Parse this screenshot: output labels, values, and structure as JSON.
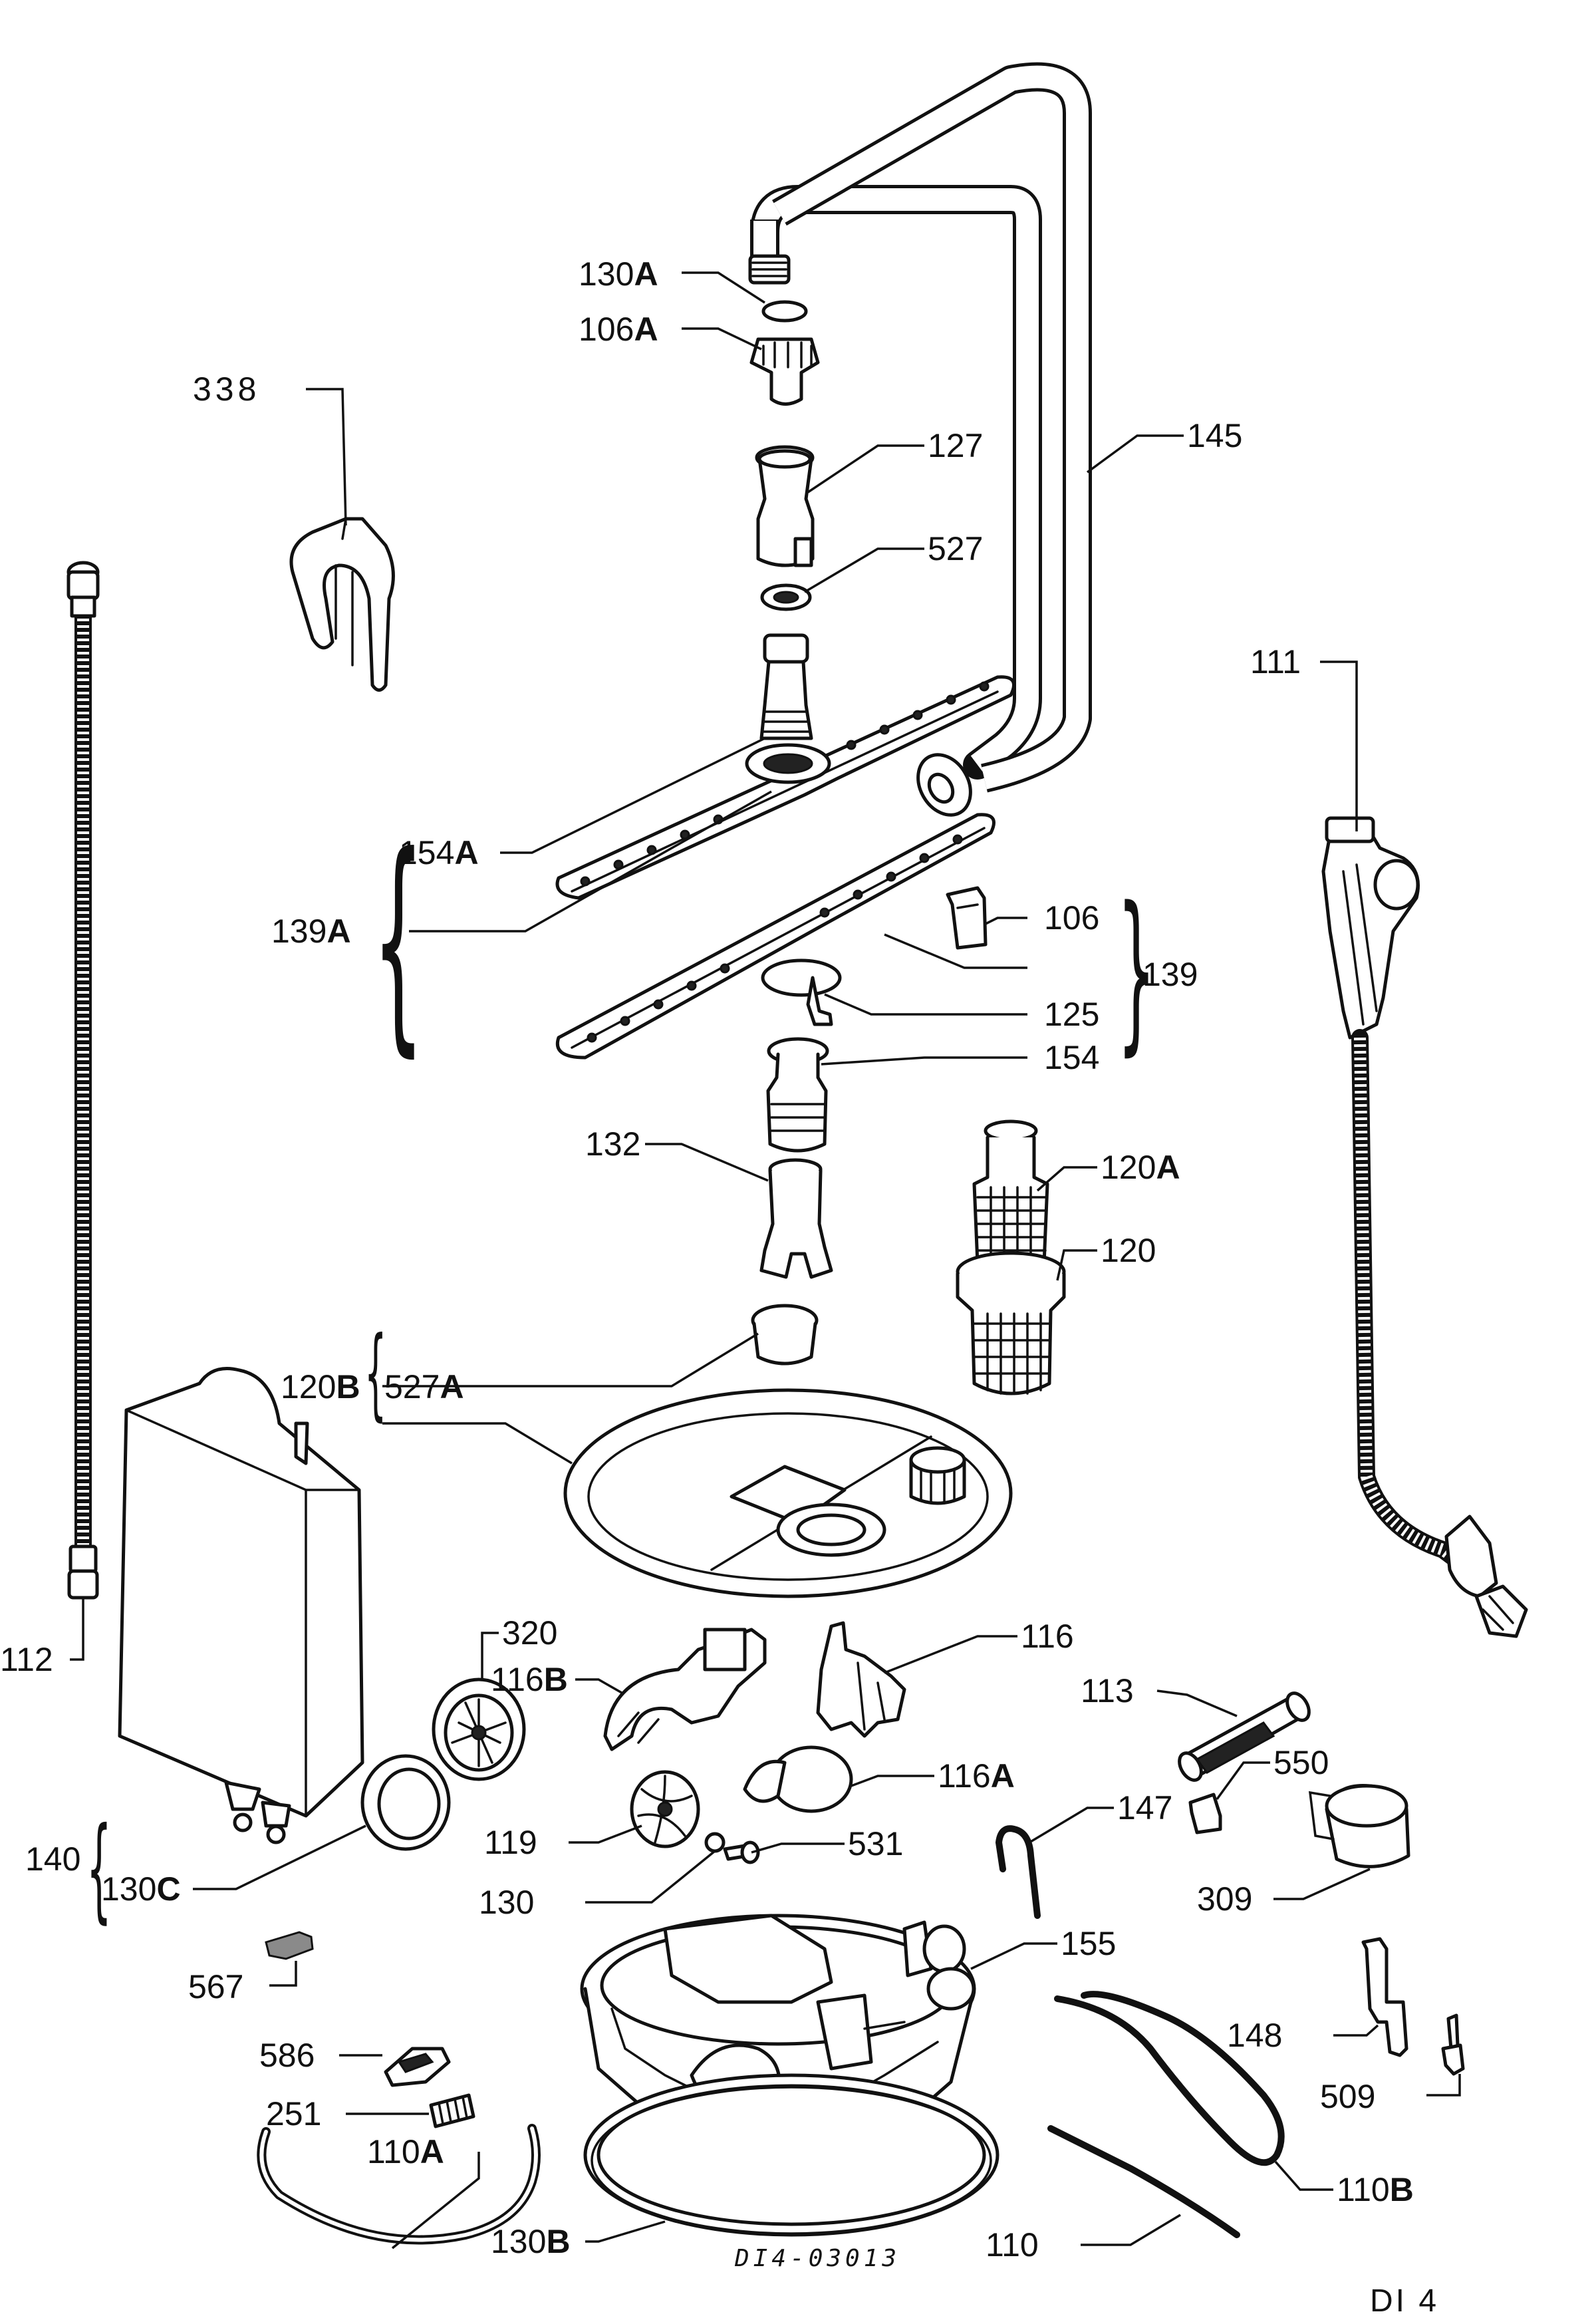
{
  "drawing": {
    "code": "DI4-03013",
    "sheet": "DI 4"
  },
  "labels": [
    {
      "id": "130A",
      "num": "130",
      "suffix": "A"
    },
    {
      "id": "106A",
      "num": "106",
      "suffix": "A"
    },
    {
      "id": "338",
      "num": "338",
      "suffix": ""
    },
    {
      "id": "127",
      "num": "127",
      "suffix": ""
    },
    {
      "id": "145",
      "num": "145",
      "suffix": ""
    },
    {
      "id": "527",
      "num": "527",
      "suffix": ""
    },
    {
      "id": "111",
      "num": "111",
      "suffix": ""
    },
    {
      "id": "154A",
      "num": "154",
      "suffix": "A"
    },
    {
      "id": "139A",
      "num": "139",
      "suffix": "A"
    },
    {
      "id": "106",
      "num": "106",
      "suffix": ""
    },
    {
      "id": "139",
      "num": "139",
      "suffix": ""
    },
    {
      "id": "125",
      "num": "125",
      "suffix": ""
    },
    {
      "id": "154",
      "num": "154",
      "suffix": ""
    },
    {
      "id": "132",
      "num": "132",
      "suffix": ""
    },
    {
      "id": "120A",
      "num": "120",
      "suffix": "A"
    },
    {
      "id": "120",
      "num": "120",
      "suffix": ""
    },
    {
      "id": "120B",
      "num": "120",
      "suffix": "B"
    },
    {
      "id": "527A",
      "num": "527",
      "suffix": "A"
    },
    {
      "id": "112",
      "num": "112",
      "suffix": ""
    },
    {
      "id": "320",
      "num": "320",
      "suffix": ""
    },
    {
      "id": "116B",
      "num": "116",
      "suffix": "B"
    },
    {
      "id": "116",
      "num": "116",
      "suffix": ""
    },
    {
      "id": "113",
      "num": "113",
      "suffix": ""
    },
    {
      "id": "116A",
      "num": "116",
      "suffix": "A"
    },
    {
      "id": "550",
      "num": "550",
      "suffix": ""
    },
    {
      "id": "147",
      "num": "147",
      "suffix": ""
    },
    {
      "id": "119",
      "num": "119",
      "suffix": ""
    },
    {
      "id": "531",
      "num": "531",
      "suffix": ""
    },
    {
      "id": "140",
      "num": "140",
      "suffix": ""
    },
    {
      "id": "130",
      "num": "130",
      "suffix": ""
    },
    {
      "id": "130C",
      "num": "130",
      "suffix": "C"
    },
    {
      "id": "309",
      "num": "309",
      "suffix": ""
    },
    {
      "id": "155",
      "num": "155",
      "suffix": ""
    },
    {
      "id": "567",
      "num": "567",
      "suffix": ""
    },
    {
      "id": "148",
      "num": "148",
      "suffix": ""
    },
    {
      "id": "586",
      "num": "586",
      "suffix": ""
    },
    {
      "id": "509",
      "num": "509",
      "suffix": ""
    },
    {
      "id": "251",
      "num": "251",
      "suffix": ""
    },
    {
      "id": "110A",
      "num": "110",
      "suffix": "A"
    },
    {
      "id": "110B",
      "num": "110",
      "suffix": "B"
    },
    {
      "id": "130B",
      "num": "130",
      "suffix": "B"
    },
    {
      "id": "110",
      "num": "110",
      "suffix": ""
    }
  ]
}
